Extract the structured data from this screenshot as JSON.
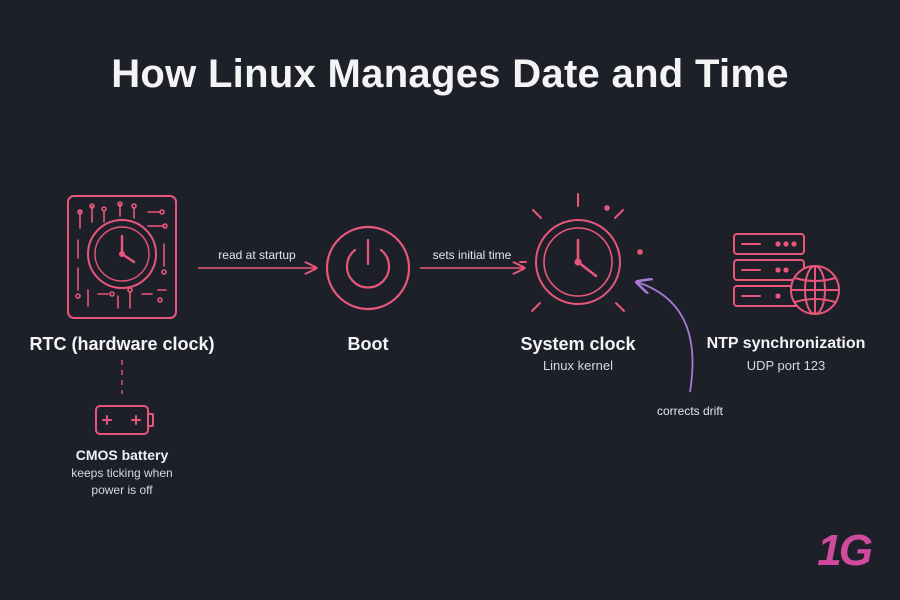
{
  "title": "How Linux Manages Date and Time",
  "colors": {
    "background": "#1d2029",
    "accent": "#e8577a",
    "arrow_drift": "#a77ad8",
    "text": "#f4f4f6",
    "logo": "#d04a9c"
  },
  "nodes": {
    "rtc": {
      "label": "RTC (hardware clock)",
      "icon": "circuit-board-clock-icon"
    },
    "boot": {
      "label": "Boot",
      "icon": "power-icon"
    },
    "system_clock": {
      "label": "System clock",
      "sub": "Linux kernel",
      "icon": "clock-icon"
    },
    "ntp": {
      "label": "NTP synchronization",
      "sub": "UDP port 123",
      "icon": "server-globe-icon"
    },
    "battery": {
      "label": "CMOS battery",
      "sub_line1": "keeps ticking when",
      "sub_line2": "power is off",
      "icon": "battery-icon"
    }
  },
  "edges": {
    "rtc_to_boot": "read at startup",
    "boot_to_clock": "sets initial time",
    "ntp_to_clock": "corrects drift"
  },
  "logo": {
    "text": "1G"
  }
}
